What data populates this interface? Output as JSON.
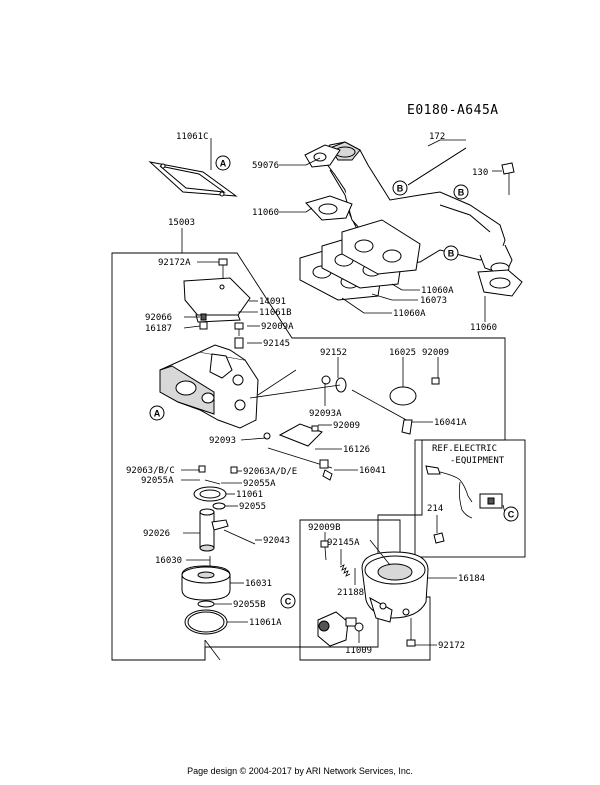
{
  "diagram_code": "E0180-A645A",
  "callouts": {
    "a": "A",
    "b": "B",
    "c": "C"
  },
  "parts": {
    "p11061c": "11061C",
    "p172": "172",
    "p59076": "59076",
    "p130": "130",
    "p11060_top": "11060",
    "p15003": "15003",
    "p11060a_1": "11060A",
    "p16073": "16073",
    "p11060a_2": "11060A",
    "p11060_bot": "11060",
    "p92172a": "92172A",
    "p14091": "14091",
    "p11061b": "11061B",
    "p92066": "92066",
    "p92009a": "92009A",
    "p16187": "16187",
    "p92145": "92145",
    "p92152": "92152",
    "p16025": "16025",
    "p92009_top": "92009",
    "p92093a": "92093A",
    "p92009_mid": "92009",
    "p16041a": "16041A",
    "p92093": "92093",
    "p16126": "16126",
    "p92063bc": "92063/B/C",
    "p92063ade": "92063A/D/E",
    "p16041": "16041",
    "p92055a_left": "92055A",
    "p92055a_right": "92055A",
    "p11061": "11061",
    "p92055": "92055",
    "p92026": "92026",
    "p92043": "92043",
    "p16030": "16030",
    "p16031": "16031",
    "p92055b": "92055B",
    "p11061a": "11061A",
    "p92009b": "92009B",
    "p92145a": "92145A",
    "p16184": "16184",
    "p21188": "21188",
    "p11009": "11009",
    "p92172": "92172",
    "p214": "214"
  },
  "ref_note": {
    "line1": "REF.ELECTRIC",
    "line2": "-EQUIPMENT"
  },
  "footer": "Page design © 2004-2017 by ARI Network Services, Inc."
}
